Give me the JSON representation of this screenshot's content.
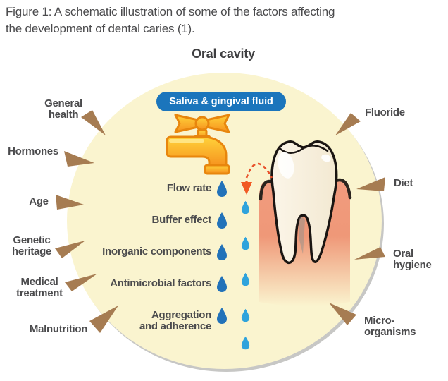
{
  "caption": "Figure 1: A schematic illustration of some of the factors affecting\nthe development of dental caries (1).",
  "diagram": {
    "title": "Oral cavity",
    "pill_label": "Saliva & gingival fluid",
    "left_factors": [
      "General\nhealth",
      "Hormones",
      "Age",
      "Genetic\nheritage",
      "Medical\ntreatment",
      "Malnutrition"
    ],
    "right_factors": [
      "Fluoride",
      "Diet",
      "Oral\nhygiene",
      "Micro-\norganisms"
    ],
    "saliva_properties": [
      "Flow rate",
      "Buffer effect",
      "Inorganic components",
      "Antimicrobial factors",
      "Aggregation\nand adherence"
    ],
    "icons": {
      "faucet": "faucet-icon",
      "tooth": "tooth-and-gum-icon",
      "drop_dark": "water-drop-icon-dark",
      "drop_light": "water-drop-icon-light",
      "factor_arrow": "wedge-arrow-icon",
      "flow_arrow": "dashed-arc-arrow-icon"
    },
    "colors": {
      "ellipse_fill": "#FAF4CF",
      "pill_blue": "#1B75BC",
      "drop_dark_blue": "#2272B9",
      "drop_light_blue": "#2FA3DC",
      "arrow_brown": "#A67C52",
      "faucet_orange": "#F6921E",
      "gum_pink": "#F19B7E",
      "tooth_cream": "#F9F1DF",
      "text_gray": "#4B4B4D",
      "flow_arrow_orange": "#F15A24",
      "shadow_gray": "#C7C7C5"
    }
  }
}
